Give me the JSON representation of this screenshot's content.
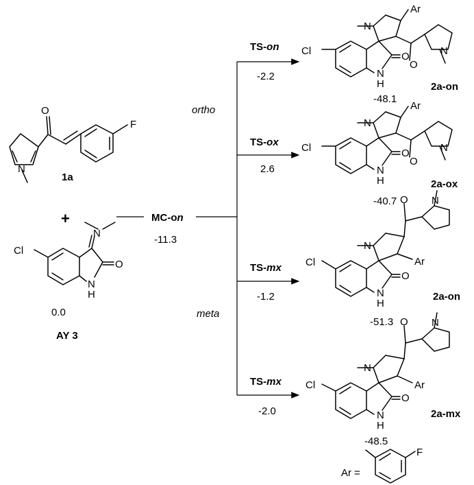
{
  "reactants": {
    "chalcone_label": "1a",
    "plus": "+",
    "ylide_label": "AY 3",
    "ylide_energy": "0.0"
  },
  "complex": {
    "label_main": "MC-o",
    "label_italic": "n",
    "energy": "-11.3"
  },
  "regio": {
    "ortho": "ortho",
    "meta": "meta"
  },
  "paths": [
    {
      "ts_main": "TS-",
      "ts_italic": "on",
      "ts_energy": "-2.2",
      "product": "2a-on",
      "product_energy": "-48.1"
    },
    {
      "ts_main": "TS-",
      "ts_italic": "ox",
      "ts_energy": "2.6",
      "product": "2a-ox",
      "product_energy": "-40.7"
    },
    {
      "ts_main": "TS-",
      "ts_italic": "mx",
      "ts_energy": "-1.2",
      "product": "2a-on",
      "product_energy": "-51.3"
    },
    {
      "ts_main": "TS-",
      "ts_italic": "mx",
      "ts_energy": "-2.0",
      "product": "2a-mx",
      "product_energy": "-48.5"
    }
  ],
  "atoms": {
    "O": "O",
    "F": "F",
    "N": "N",
    "NH": "H",
    "Cl": "Cl",
    "Ar": "Ar"
  },
  "legend": {
    "ar_def": "Ar ="
  }
}
